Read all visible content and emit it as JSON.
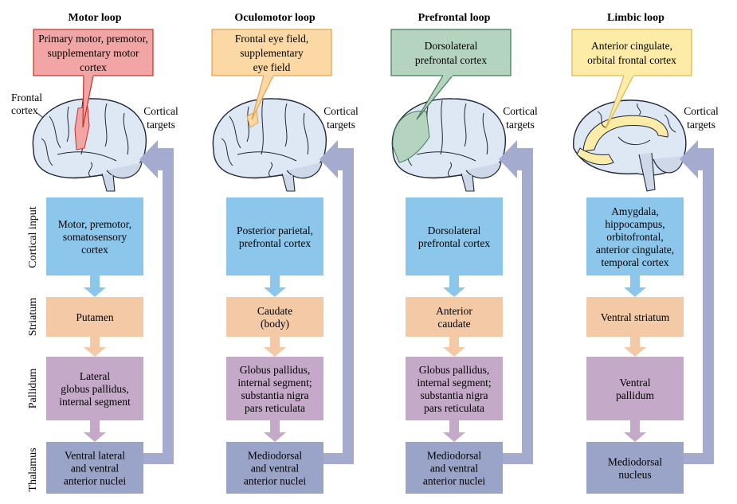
{
  "row_labels": [
    "Cortical input",
    "Striatum",
    "Pallidum",
    "Thalamus"
  ],
  "side_labels": {
    "frontal_cortex": [
      "Frontal",
      "cortex"
    ],
    "cortical_targets": [
      "Cortical",
      "targets"
    ]
  },
  "colors": {
    "cortical_input": "#8cc6ea",
    "striatum": "#f3c9a6",
    "pallidum": "#c4a9c8",
    "thalamus": "#9aa3c8",
    "return_arrow": "#a5abce",
    "brain_fill": "#dde8f4",
    "brain_outline": "#202638"
  },
  "loops": [
    {
      "title": "Motor loop",
      "callout": [
        "Primary motor, premotor,",
        "supplementary motor",
        "cortex"
      ],
      "callout_fill": "#f2a5a5",
      "callout_border": "#c0322b",
      "cortical_input": [
        "Motor, premotor,",
        "somatosensory",
        "cortex"
      ],
      "striatum": [
        "Putamen"
      ],
      "pallidum": [
        "Lateral",
        "globus pallidus,",
        "internal segment"
      ],
      "thalamus": [
        "Ventral lateral",
        "and ventral",
        "anterior nuclei"
      ]
    },
    {
      "title": "Oculomotor loop",
      "callout": [
        "Frontal eye field,",
        "supplementary",
        "eye field"
      ],
      "callout_fill": "#fcd9a4",
      "callout_border": "#e3a046",
      "cortical_input": [
        "Posterior parietal,",
        "prefrontal cortex"
      ],
      "striatum": [
        "Caudate",
        "(body)"
      ],
      "pallidum": [
        "Globus pallidus,",
        "internal segment;",
        "substantia nigra",
        "pars reticulata"
      ],
      "thalamus": [
        "Mediodorsal",
        "and ventral",
        "anterior nuclei"
      ]
    },
    {
      "title": "Prefrontal loop",
      "callout": [
        "Dorsolateral",
        "prefrontal cortex"
      ],
      "callout_fill": "#b5d4c0",
      "callout_border": "#3d7a52",
      "cortical_input": [
        "Dorsolateral",
        "prefrontal cortex"
      ],
      "striatum": [
        "Anterior",
        "caudate"
      ],
      "pallidum": [
        "Globus pallidus,",
        "internal segment;",
        "substantia nigra",
        "pars reticulata"
      ],
      "thalamus": [
        "Mediodorsal",
        "and ventral",
        "anterior nuclei"
      ]
    },
    {
      "title": "Limbic loop",
      "callout": [
        "Anterior cingulate,",
        "orbital frontal cortex"
      ],
      "callout_fill": "#fdeba8",
      "callout_border": "#d8b64a",
      "cortical_input": [
        "Amygdala,",
        "hippocampus,",
        "orbitofrontal,",
        "anterior cingulate,",
        "temporal cortex"
      ],
      "striatum": [
        "Ventral striatum"
      ],
      "pallidum": [
        "Ventral",
        "pallidum"
      ],
      "thalamus": [
        "Mediodorsal",
        "nucleus"
      ]
    }
  ]
}
